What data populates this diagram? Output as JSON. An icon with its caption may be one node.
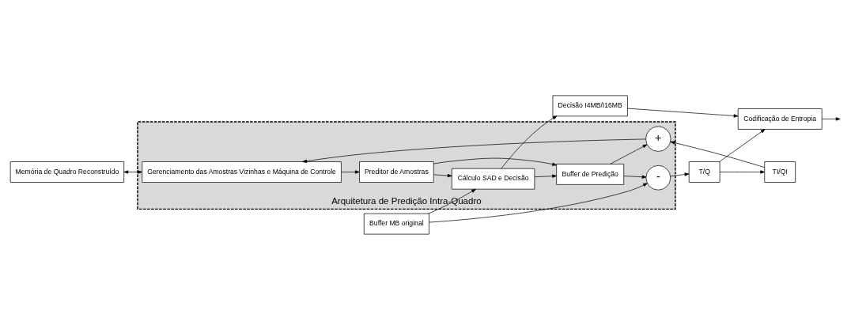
{
  "diagram": {
    "nodes": [
      {
        "text": [
          "Memória de Quadro Reconstruído"
        ]
      },
      {
        "text": [
          "Buffer MB original"
        ]
      },
      {
        "text": [
          "Decisão I4MB/I16MB"
        ]
      },
      {
        "text": [
          "Codificação de Entropia"
        ]
      },
      {
        "text": [
          "Arquitetura de Predição Intra-Quadro"
        ]
      },
      {
        "text": [
          "Gerenciamento das Amostras Vizinhas e Máquina de Controle"
        ],
        "in": 4
      },
      {
        "text": [
          "Preditor de Amostras"
        ],
        "in": 4
      },
      {
        "text": [
          "Cálculo SAD e Decisão"
        ],
        "in": 4
      },
      {
        "text": [
          "Buffer de Predição"
        ],
        "in": 4
      },
      {
        "text": [
          "-"
        ],
        "in": 4
      },
      {
        "text": [
          "T/Q"
        ]
      },
      {
        "text": [
          "+"
        ],
        "in": 4
      },
      {
        "text": [
          "TI/QI"
        ]
      }
    ],
    "edges": [
      {
        "from": 0,
        "to": 5,
        "arrow": "both"
      },
      {
        "from": 5,
        "to": 6,
        "arrow": "to"
      },
      {
        "from": 6,
        "to": 7,
        "arrow": "to"
      },
      {
        "from": 1,
        "to": 7,
        "arrow": "to"
      },
      {
        "from": 7,
        "to": 2,
        "arrow": "to"
      },
      {
        "from": 7,
        "to": 8,
        "arrow": "to"
      },
      {
        "from": 6,
        "to": 8,
        "arrow": "to"
      },
      {
        "from": 1,
        "to": 9,
        "arrow": "to"
      },
      {
        "from": 8,
        "to": 9,
        "arrow": "to"
      },
      {
        "from": 9,
        "to": 10,
        "arrow": "to"
      },
      {
        "from": 10,
        "to": 3,
        "arrow": "to"
      },
      {
        "from": 10,
        "to": 12,
        "arrow": "to"
      },
      {
        "from": 12,
        "to": 11,
        "arrow": "to"
      },
      {
        "from": 8,
        "to": 11,
        "arrow": "to"
      },
      {
        "from": 11,
        "to": 5,
        "arrow": "to"
      },
      {
        "from": 2,
        "to": 3,
        "arrow": "to"
      },
      {
        "from": 3,
        "to": null,
        "arrow": "to"
      }
    ]
  }
}
